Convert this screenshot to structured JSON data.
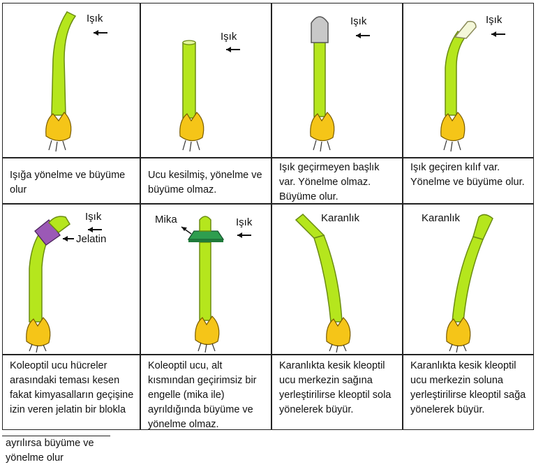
{
  "labels": {
    "light": "Işık",
    "gelatin": "Jelatin",
    "mica": "Mika",
    "dark": "Karanlık"
  },
  "captions": [
    "Işığa yönelme ve büyüme olur",
    "Ucu kesilmiş, yönelme ve büyüme olmaz.",
    "Işık geçirmeyen başlık var. Yönelme olmaz. Büyüme olur.",
    "Işık geçiren kılıf var. Yönelme ve büyüme olur.",
    "Koleoptil ucu hücreler arasındaki teması kesen fakat kimyasalların geçişine izin veren jelatin bir blokla",
    "Koleoptil ucu, alt kısmından geçirimsiz bir engelle (mika ile) ayrıldığında büyüme ve yönelme olmaz.",
    "Karanlıkta kesik kleoptil ucu merkezin sağına yerleştirilirse kleoptil sola yönelerek büyür.",
    "Karanlıkta kesik kleoptil ucu merkezin soluna yerleştirilirse kleoptil sağa yönelerek büyür."
  ],
  "caption_continuation": "ayrılırsa büyüme ve yönelme olur",
  "colors": {
    "stem": "#b5e61d",
    "stem_outline": "#6b8c12",
    "seed": "#f5c518",
    "cap_opaque": "#c8c8c8",
    "gelatin": "#9b59b6",
    "mica": "#2e9e4f"
  }
}
